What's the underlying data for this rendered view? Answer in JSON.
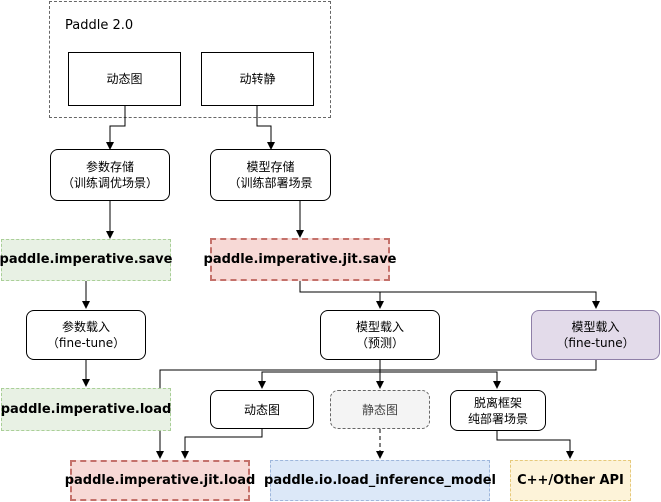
{
  "group": {
    "label": "Paddle 2.0"
  },
  "nodes": {
    "dygraph_top": "动态图",
    "dy2static": "动转静",
    "param_save": [
      "参数存储",
      "（训练调优场景）"
    ],
    "model_save": [
      "模型存储",
      "（训练部署场景"
    ],
    "imperative_save": "paddle.imperative.save",
    "jit_save": "paddle.imperative.jit.save",
    "param_load": [
      "参数载入",
      "（fine-tune）"
    ],
    "model_load_predict": [
      "模型载入",
      "（预测）"
    ],
    "model_load_finetune": [
      "模型载入",
      "（fine-tune）"
    ],
    "imperative_load": "paddle.imperative.load",
    "dygraph_bottom": "动态图",
    "static_graph": "静态图",
    "standalone": [
      "脱离框架",
      "纯部署场景"
    ],
    "jit_load": "paddle.imperative.jit.load",
    "load_inference_model": "paddle.io.load_inference_model",
    "other_api": "C++/Other API"
  },
  "colors": {
    "green_fill": "#e8f1e4",
    "red_fill": "#f7d9d6",
    "blue_fill": "#dce8f8",
    "yellow_fill": "#fdf3d9",
    "purple_fill": "#e3dbea"
  }
}
